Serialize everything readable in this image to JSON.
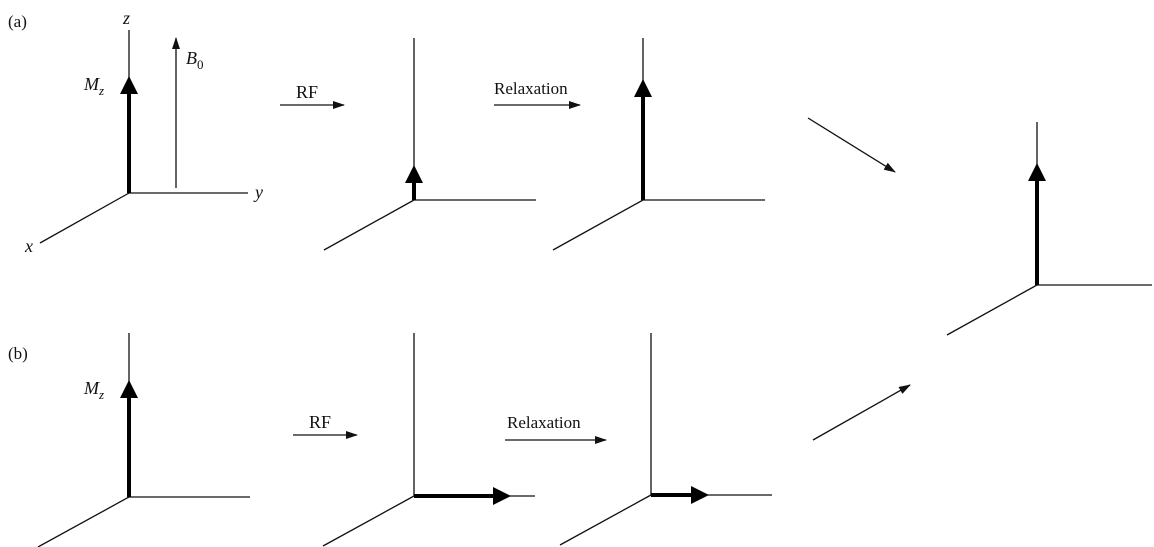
{
  "panels": {
    "a": {
      "label": "(a)"
    },
    "b": {
      "label": "(b)"
    }
  },
  "axes": {
    "x": "x",
    "y": "y",
    "z": "z"
  },
  "vectors": {
    "mz_main": "M",
    "mz_sub": "z",
    "b0_main": "B",
    "b0_sub": "0"
  },
  "steps": {
    "rf": "RF",
    "relaxation": "Relaxation"
  },
  "colors": {
    "ink": "#111111",
    "background": "#ffffff"
  }
}
